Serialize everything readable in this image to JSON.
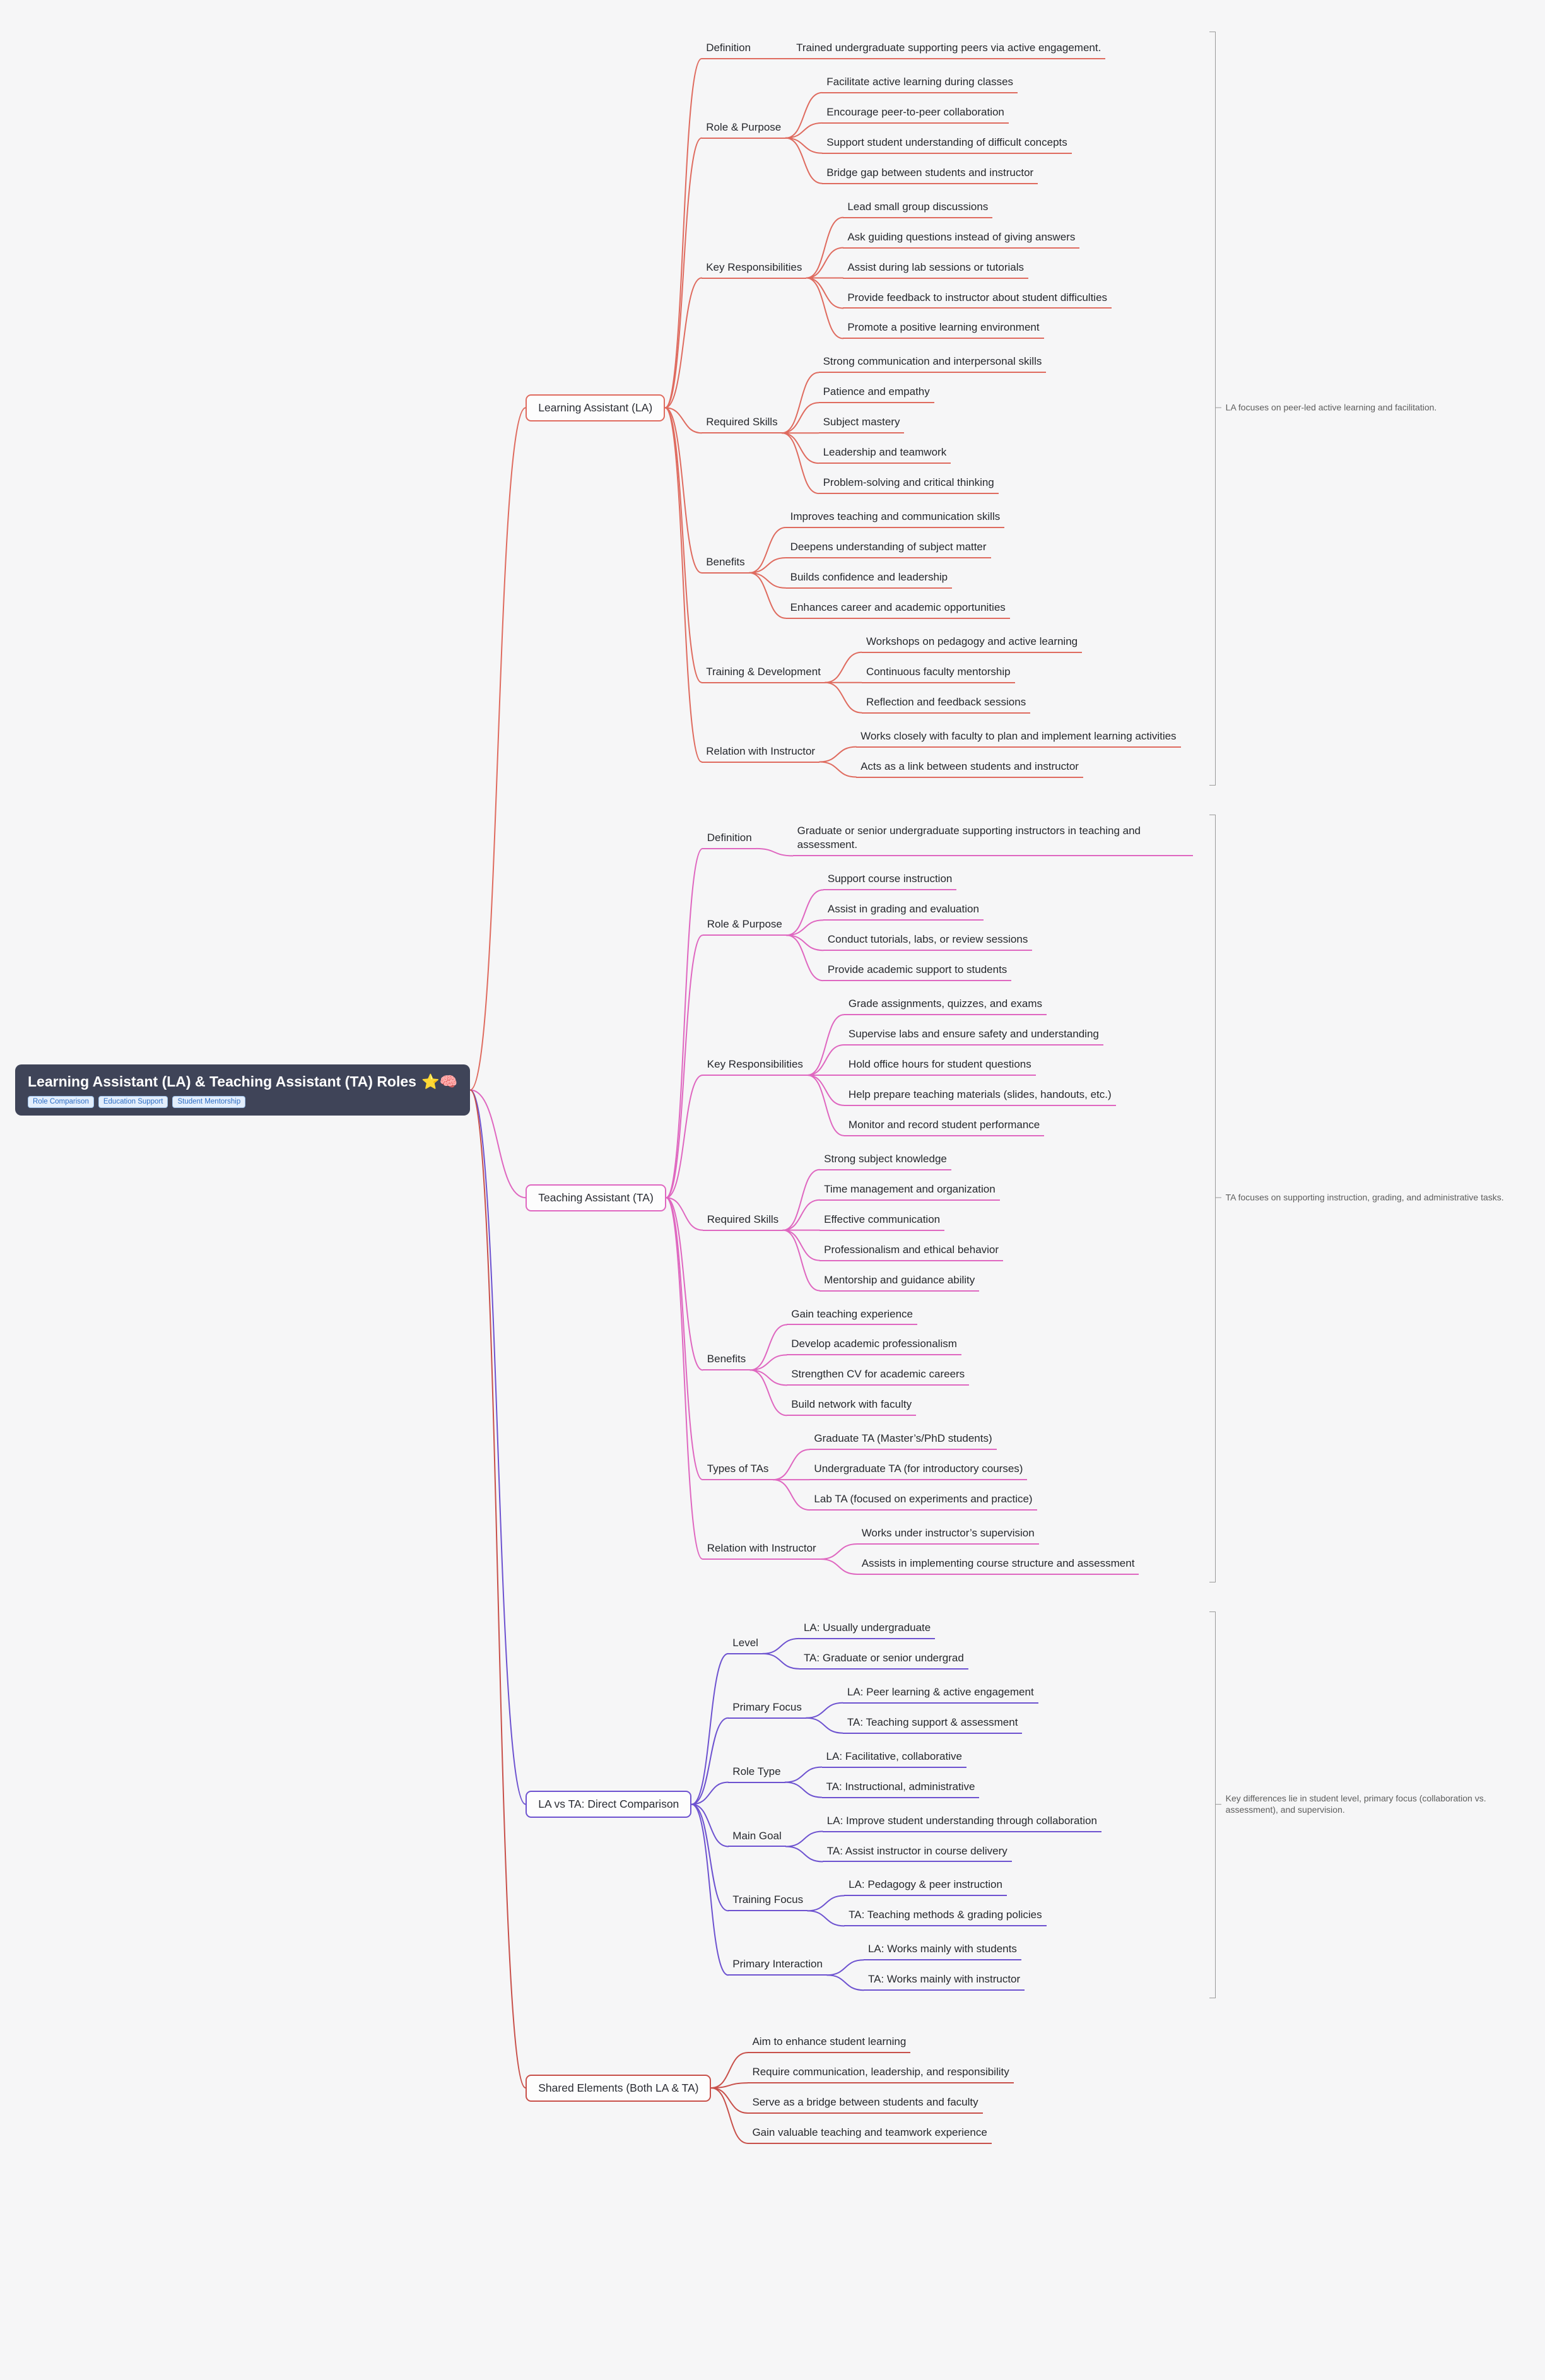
{
  "root": {
    "label": "Learning Assistant (LA) & Teaching Assistant (TA) Roles",
    "emojis": "⭐🧠",
    "tags": [
      "Role Comparison",
      "Education Support",
      "Student Mentorship"
    ],
    "box_color": "#3f4458",
    "text_color": "#ffffff"
  },
  "bracket_color": "#9a9a9a",
  "note_text_color": "#5d5d5d",
  "branches": [
    {
      "label": "Learning Assistant (LA)",
      "color": "#df6b5f",
      "note": "LA focuses on peer-led active learning and facilitation.",
      "note_wrap": false,
      "children": [
        {
          "label": "Definition",
          "children": [
            {
              "label": "Trained undergraduate supporting peers via active engagement."
            }
          ]
        },
        {
          "label": "Role & Purpose",
          "children": [
            {
              "label": "Facilitate active learning during classes"
            },
            {
              "label": "Encourage peer-to-peer collaboration"
            },
            {
              "label": "Support student understanding of difficult concepts"
            },
            {
              "label": "Bridge gap between students and instructor"
            }
          ]
        },
        {
          "label": "Key Responsibilities",
          "children": [
            {
              "label": "Lead small group discussions"
            },
            {
              "label": "Ask guiding questions instead of giving answers"
            },
            {
              "label": "Assist during lab sessions or tutorials"
            },
            {
              "label": "Provide feedback to instructor about student difficulties"
            },
            {
              "label": "Promote a positive learning environment"
            }
          ]
        },
        {
          "label": "Required Skills",
          "children": [
            {
              "label": "Strong communication and interpersonal skills"
            },
            {
              "label": "Patience and empathy"
            },
            {
              "label": "Subject mastery"
            },
            {
              "label": "Leadership and teamwork"
            },
            {
              "label": "Problem-solving and critical thinking"
            }
          ]
        },
        {
          "label": "Benefits",
          "children": [
            {
              "label": "Improves teaching and communication skills"
            },
            {
              "label": "Deepens understanding of subject matter"
            },
            {
              "label": "Builds confidence and leadership"
            },
            {
              "label": "Enhances career and academic opportunities"
            }
          ]
        },
        {
          "label": "Training & Development",
          "children": [
            {
              "label": "Workshops on pedagogy and active learning"
            },
            {
              "label": "Continuous faculty mentorship"
            },
            {
              "label": "Reflection and feedback sessions"
            }
          ]
        },
        {
          "label": "Relation with Instructor",
          "children": [
            {
              "label": "Works closely with faculty to plan and implement learning activities"
            },
            {
              "label": "Acts as a link between students and instructor"
            }
          ]
        }
      ]
    },
    {
      "label": "Teaching Assistant (TA)",
      "color": "#df67c0",
      "note": "TA focuses on supporting instruction, grading, and administrative tasks.",
      "note_wrap": false,
      "children": [
        {
          "label": "Definition",
          "children": [
            {
              "label": "Graduate or senior undergraduate supporting instructors in teaching and assessment."
            }
          ]
        },
        {
          "label": "Role & Purpose",
          "children": [
            {
              "label": "Support course instruction"
            },
            {
              "label": "Assist in grading and evaluation"
            },
            {
              "label": "Conduct tutorials, labs, or review sessions"
            },
            {
              "label": "Provide academic support to students"
            }
          ]
        },
        {
          "label": "Key Responsibilities",
          "children": [
            {
              "label": "Grade assignments, quizzes, and exams"
            },
            {
              "label": "Supervise labs and ensure safety and understanding"
            },
            {
              "label": "Hold office hours for student questions"
            },
            {
              "label": "Help prepare teaching materials (slides, handouts, etc.)"
            },
            {
              "label": "Monitor and record student performance"
            }
          ]
        },
        {
          "label": "Required Skills",
          "children": [
            {
              "label": "Strong subject knowledge"
            },
            {
              "label": "Time management and organization"
            },
            {
              "label": "Effective communication"
            },
            {
              "label": "Professionalism and ethical behavior"
            },
            {
              "label": "Mentorship and guidance ability"
            }
          ]
        },
        {
          "label": "Benefits",
          "children": [
            {
              "label": "Gain teaching experience"
            },
            {
              "label": "Develop academic professionalism"
            },
            {
              "label": "Strengthen CV for academic careers"
            },
            {
              "label": "Build network with faculty"
            }
          ]
        },
        {
          "label": "Types of TAs",
          "children": [
            {
              "label": "Graduate TA (Master’s/PhD students)"
            },
            {
              "label": "Undergraduate TA (for introductory courses)"
            },
            {
              "label": "Lab TA (focused on experiments and practice)"
            }
          ]
        },
        {
          "label": "Relation with Instructor",
          "children": [
            {
              "label": "Works under instructor’s supervision"
            },
            {
              "label": "Assists in implementing course structure and assessment"
            }
          ]
        }
      ]
    },
    {
      "label": "LA vs TA: Direct Comparison",
      "color": "#6d52d0",
      "note": "Key differences lie in student level, primary focus (collaboration vs. assessment), and supervision.",
      "note_wrap": true,
      "children": [
        {
          "label": "Level",
          "children": [
            {
              "label": "LA: Usually undergraduate"
            },
            {
              "label": "TA: Graduate or senior undergrad"
            }
          ]
        },
        {
          "label": "Primary Focus",
          "children": [
            {
              "label": "LA: Peer learning & active engagement"
            },
            {
              "label": "TA: Teaching support & assessment"
            }
          ]
        },
        {
          "label": "Role Type",
          "children": [
            {
              "label": "LA: Facilitative, collaborative"
            },
            {
              "label": "TA: Instructional, administrative"
            }
          ]
        },
        {
          "label": "Main Goal",
          "children": [
            {
              "label": "LA: Improve student understanding through collaboration"
            },
            {
              "label": "TA: Assist instructor in course delivery"
            }
          ]
        },
        {
          "label": "Training Focus",
          "children": [
            {
              "label": "LA: Pedagogy & peer instruction"
            },
            {
              "label": "TA: Teaching methods & grading policies"
            }
          ]
        },
        {
          "label": "Primary Interaction",
          "children": [
            {
              "label": "LA: Works mainly with students"
            },
            {
              "label": "TA: Works mainly with instructor"
            }
          ]
        }
      ]
    },
    {
      "label": "Shared Elements (Both LA & TA)",
      "color": "#c8504a",
      "note": null,
      "note_wrap": false,
      "children": [
        {
          "label": "Aim to enhance student learning"
        },
        {
          "label": "Require communication, leadership, and responsibility"
        },
        {
          "label": "Serve as a bridge between students and faculty"
        },
        {
          "label": "Gain valuable teaching and teamwork experience"
        }
      ]
    }
  ]
}
